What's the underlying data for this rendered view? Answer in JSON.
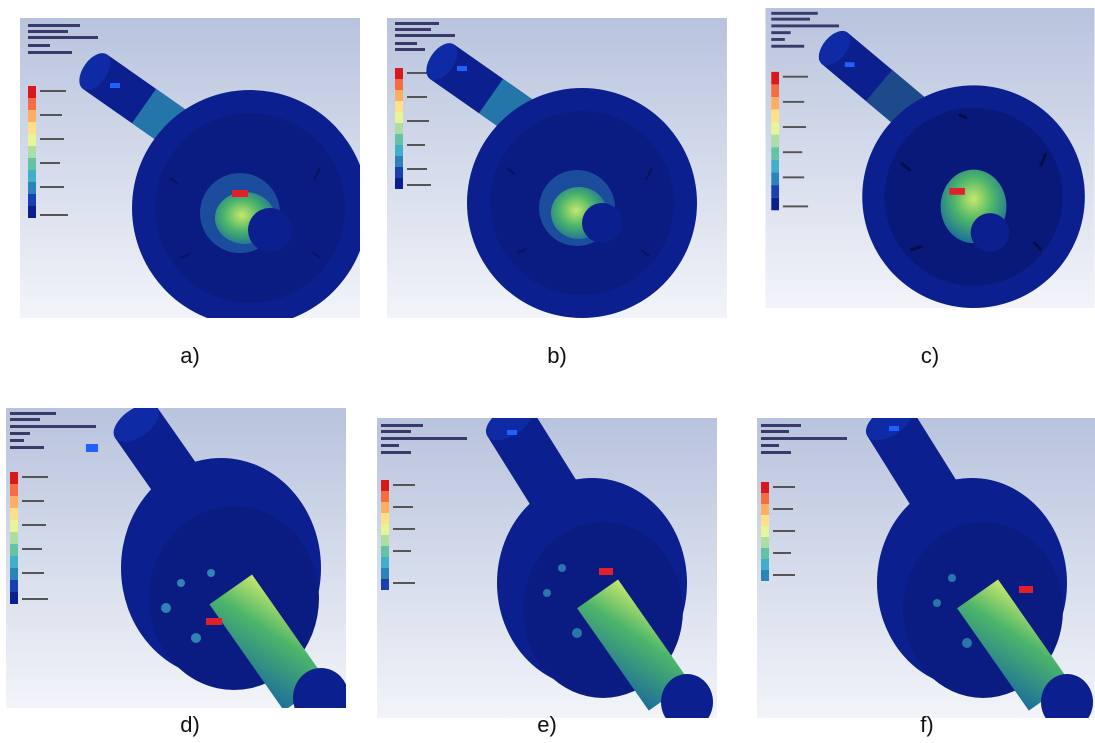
{
  "figure": {
    "panels": [
      {
        "caption": "a)"
      },
      {
        "caption": "b)"
      },
      {
        "caption": "c)"
      },
      {
        "caption": "d)"
      },
      {
        "caption": "e)"
      },
      {
        "caption": "f)"
      }
    ],
    "colors": {
      "background_top": "#b8c3dd",
      "background_bottom": "#f2f4f9",
      "body_blue": "#0b1f8f",
      "body_dark": "#06135e",
      "legend": [
        "#d7191c",
        "#f46d43",
        "#fdae61",
        "#fee08b",
        "#e6f598",
        "#abdda4",
        "#66c2a5",
        "#3fb0c8",
        "#2b83ba",
        "#1a3fb0",
        "#0b1f8f"
      ]
    },
    "legend_levels": 11
  }
}
